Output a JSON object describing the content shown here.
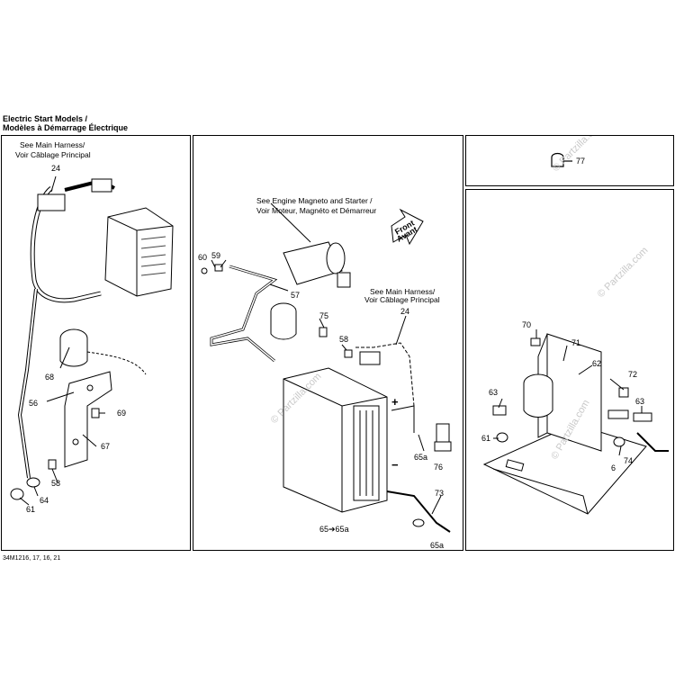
{
  "title": {
    "line1": "Electric Start Models /",
    "line2": "Modèles à Démarrage Électrique"
  },
  "footer": "34M1216, 17, 16, 21",
  "watermark": "© Partzilla.com",
  "notes": {
    "main_harness_1_en": "See Main Harness/",
    "main_harness_1_fr": "Voir Câblage Principal",
    "engine_en": "See Engine Magneto and Starter /",
    "engine_fr": "Voir Moteur, Magnéto et Démarreur",
    "main_harness_2_en": "See Main Harness/",
    "main_harness_2_fr": "Voir Câblage Principal",
    "front_en": "Front",
    "front_fr": "Avant"
  },
  "symbols": {
    "plus": "+",
    "minus": "−"
  },
  "labels": {
    "p1": [
      "24",
      "68",
      "56",
      "69",
      "67",
      "58",
      "64",
      "61"
    ],
    "p2": [
      "60",
      "59",
      "57",
      "75",
      "58",
      "24",
      "65a",
      "76",
      "73",
      "65➔65a",
      "65a"
    ],
    "p3": [
      "77"
    ],
    "p4": [
      "70",
      "71",
      "62",
      "72",
      "63",
      "63",
      "61",
      "74",
      "6"
    ]
  }
}
